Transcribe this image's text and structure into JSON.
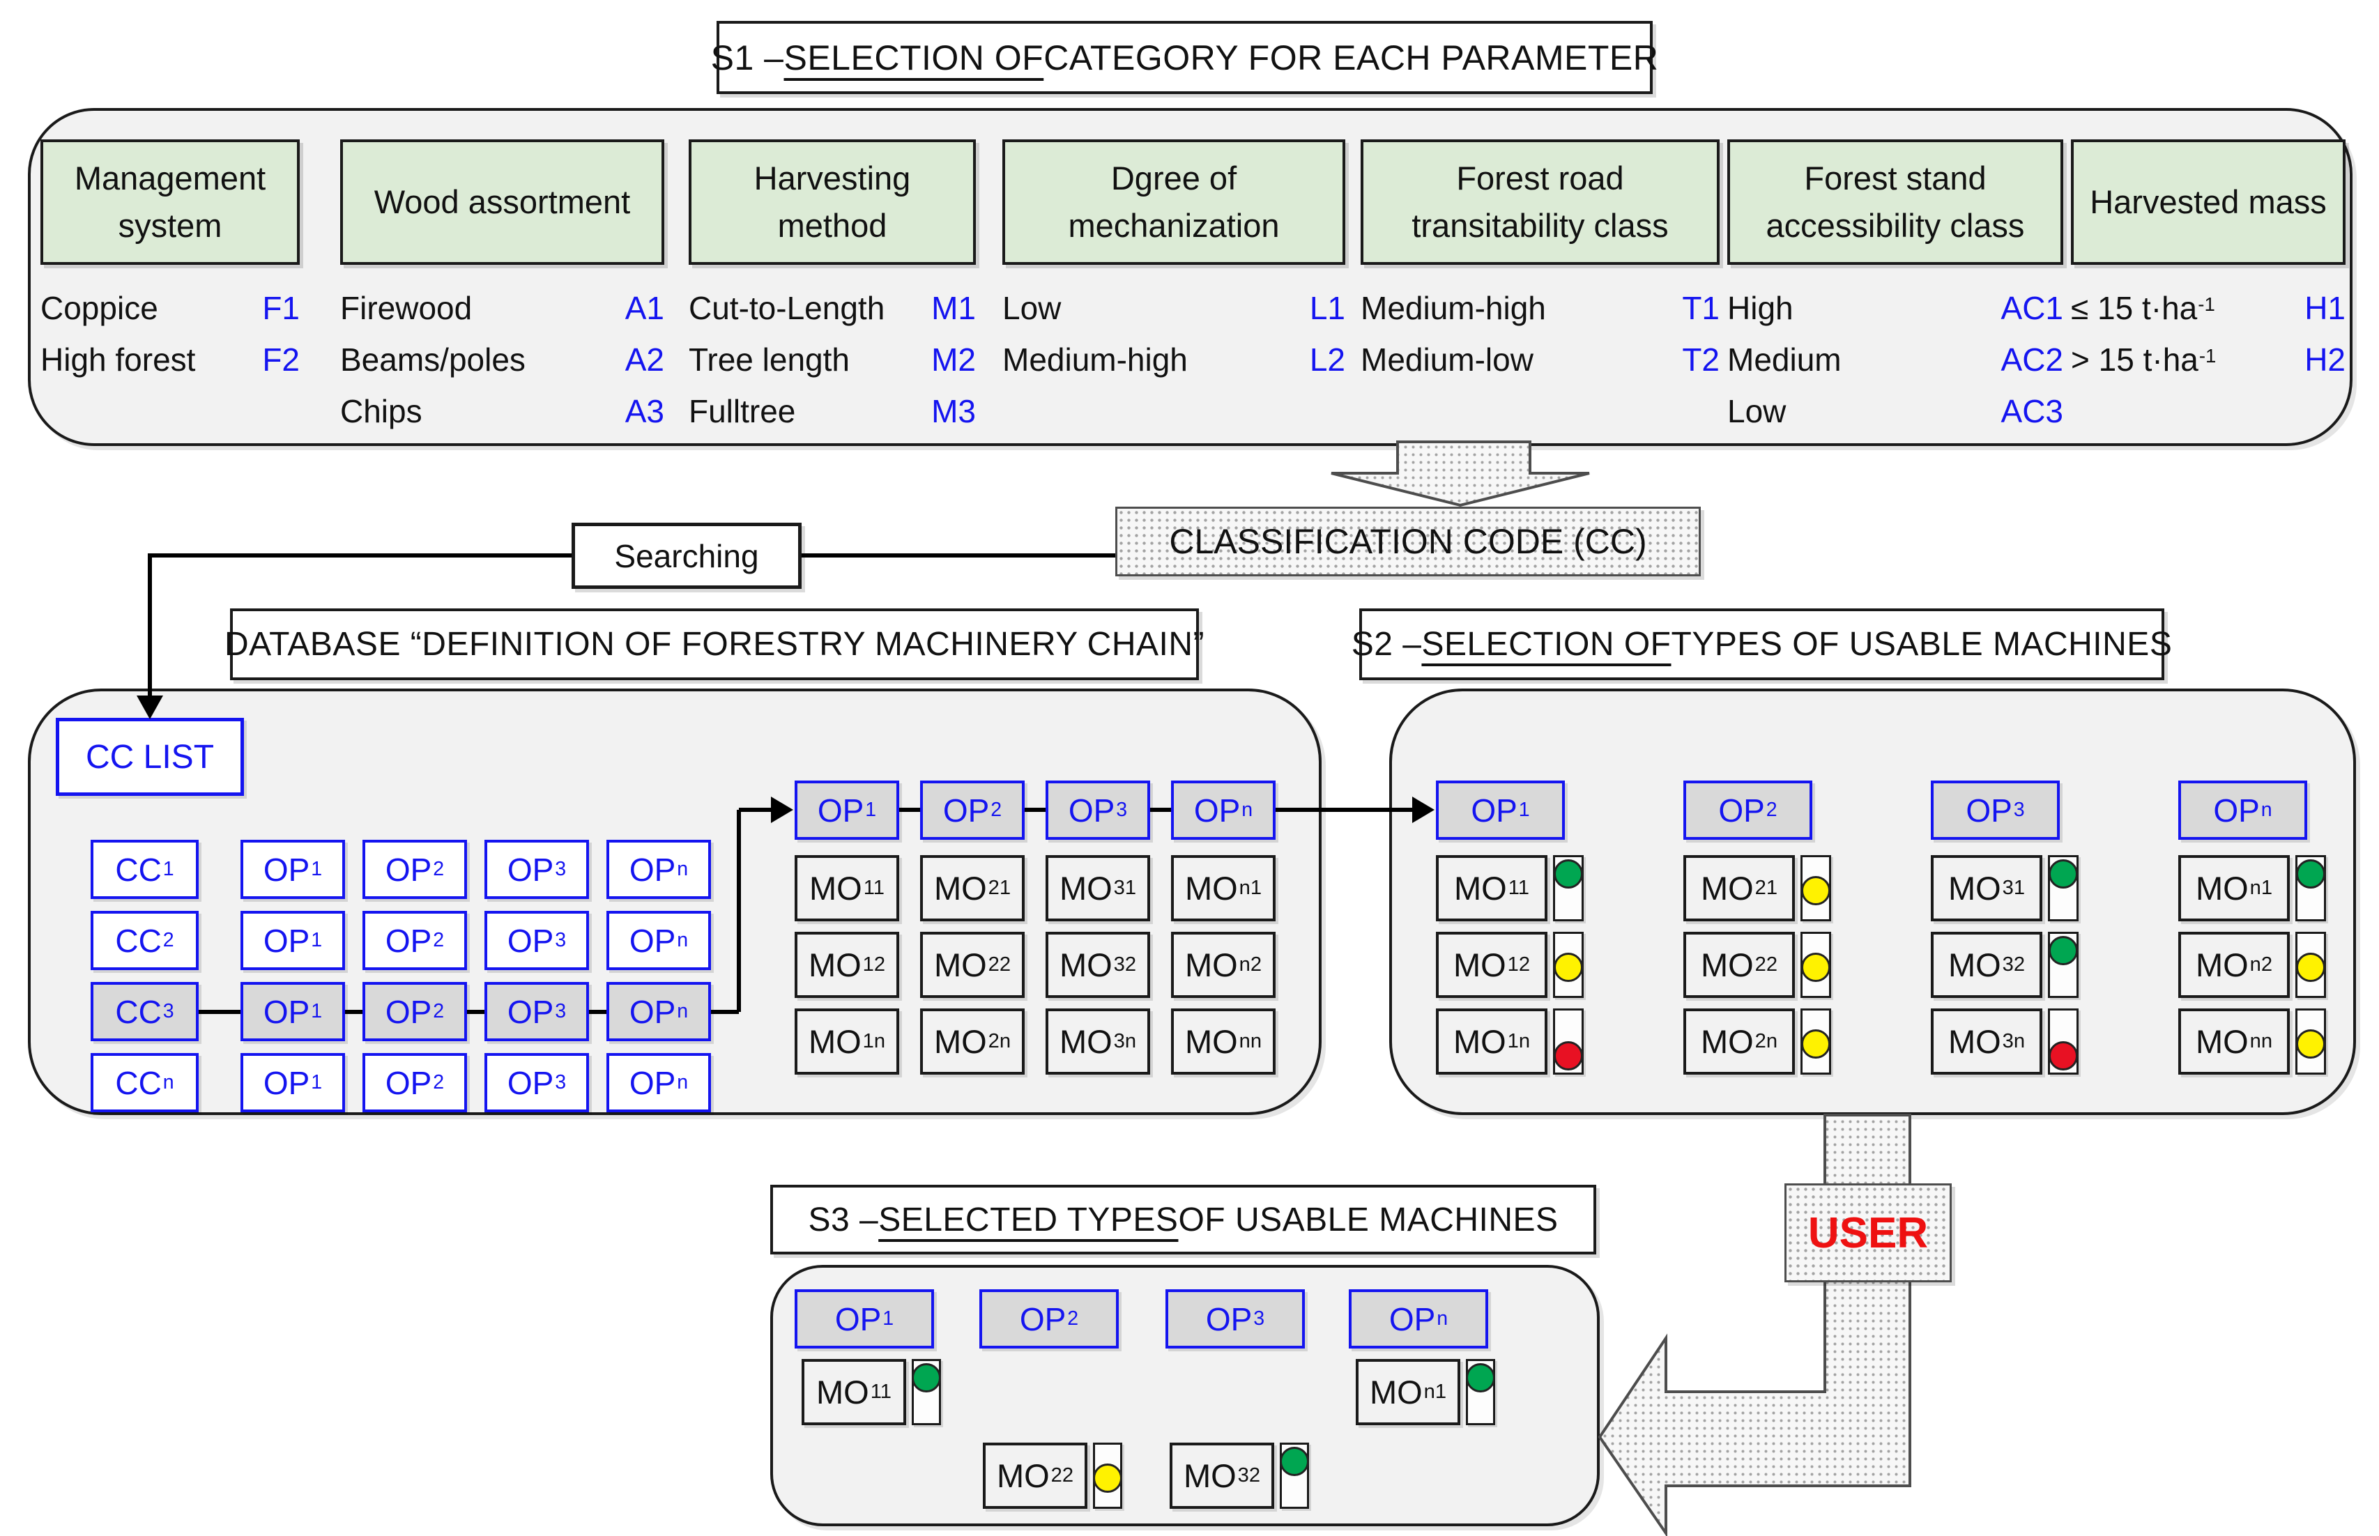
{
  "s1_title": {
    "prefix": "S1 – ",
    "underline": "SELECTION OF",
    "rest": " CATEGORY FOR EACH PARAMETER"
  },
  "parameters": [
    {
      "id": "management-system",
      "header": "Management system",
      "items": [
        {
          "label": "Coppice",
          "sup": "",
          "code": "F1"
        },
        {
          "label": "High forest",
          "sup": "",
          "code": "F2"
        }
      ]
    },
    {
      "id": "wood-assortment",
      "header": "Wood assortment",
      "items": [
        {
          "label": "Firewood",
          "sup": "",
          "code": "A1"
        },
        {
          "label": "Beams/poles",
          "sup": "",
          "code": "A2"
        },
        {
          "label": "Chips",
          "sup": "",
          "code": "A3"
        }
      ]
    },
    {
      "id": "harvesting-method",
      "header": "Harvesting method",
      "items": [
        {
          "label": "Cut-to-Length",
          "sup": "",
          "code": "M1"
        },
        {
          "label": "Tree length",
          "sup": "",
          "code": "M2"
        },
        {
          "label": "Fulltree",
          "sup": "",
          "code": "M3"
        }
      ]
    },
    {
      "id": "degree-of-mechanization",
      "header": "Dgree of mechanization",
      "items": [
        {
          "label": "Low",
          "sup": "",
          "code": "L1"
        },
        {
          "label": "Medium-high",
          "sup": "",
          "code": "L2"
        }
      ]
    },
    {
      "id": "forest-road-transitability-class",
      "header": "Forest road transitability class",
      "items": [
        {
          "label": "Medium-high",
          "sup": "",
          "code": "T1"
        },
        {
          "label": "Medium-low",
          "sup": "",
          "code": "T2"
        }
      ]
    },
    {
      "id": "forest-stand-accessibility-class",
      "header": "Forest stand accessibility class",
      "items": [
        {
          "label": "High",
          "sup": "",
          "code": "AC1"
        },
        {
          "label": "Medium",
          "sup": "",
          "code": "AC2"
        },
        {
          "label": "Low",
          "sup": "",
          "code": "AC3"
        }
      ]
    },
    {
      "id": "harvested-mass",
      "header": "Harvested mass",
      "items": [
        {
          "label": "≤ 15 t·ha",
          "sup": "-1",
          "code": "H1"
        },
        {
          "label": "> 15 t·ha",
          "sup": "-1",
          "code": "H2"
        }
      ]
    }
  ],
  "flow": {
    "classification_code": "CLASSIFICATION CODE (CC)",
    "searching": "Searching",
    "user": "USER"
  },
  "database": {
    "title": "DATABASE “DEFINITION OF FORESTRY MACHINERY CHAIN”",
    "cc_list": "CC LIST",
    "rows": [
      {
        "cc": {
          "base": "CC",
          "sub": "1"
        },
        "selected": false,
        "ops": [
          {
            "base": "OP",
            "sub": "1"
          },
          {
            "base": "OP",
            "sub": "2"
          },
          {
            "base": "OP",
            "sub": "3"
          },
          {
            "base": "OP",
            "sub": "n"
          }
        ]
      },
      {
        "cc": {
          "base": "CC",
          "sub": "2"
        },
        "selected": false,
        "ops": [
          {
            "base": "OP",
            "sub": "1"
          },
          {
            "base": "OP",
            "sub": "2"
          },
          {
            "base": "OP",
            "sub": "3"
          },
          {
            "base": "OP",
            "sub": "n"
          }
        ]
      },
      {
        "cc": {
          "base": "CC",
          "sub": "3"
        },
        "selected": true,
        "ops": [
          {
            "base": "OP",
            "sub": "1"
          },
          {
            "base": "OP",
            "sub": "2"
          },
          {
            "base": "OP",
            "sub": "3"
          },
          {
            "base": "OP",
            "sub": "n"
          }
        ]
      },
      {
        "cc": {
          "base": "CC",
          "sub": "n"
        },
        "selected": false,
        "ops": [
          {
            "base": "OP",
            "sub": "1"
          },
          {
            "base": "OP",
            "sub": "2"
          },
          {
            "base": "OP",
            "sub": "3"
          },
          {
            "base": "OP",
            "sub": "n"
          }
        ]
      }
    ],
    "chain": {
      "headers": [
        {
          "base": "OP",
          "sub": "1"
        },
        {
          "base": "OP",
          "sub": "2"
        },
        {
          "base": "OP",
          "sub": "3"
        },
        {
          "base": "OP",
          "sub": "n"
        }
      ],
      "machines": [
        [
          {
            "base": "MO",
            "sub": "11"
          },
          {
            "base": "MO",
            "sub": "12"
          },
          {
            "base": "MO",
            "sub": "1n"
          }
        ],
        [
          {
            "base": "MO",
            "sub": "21"
          },
          {
            "base": "MO",
            "sub": "22"
          },
          {
            "base": "MO",
            "sub": "2n"
          }
        ],
        [
          {
            "base": "MO",
            "sub": "31"
          },
          {
            "base": "MO",
            "sub": "32"
          },
          {
            "base": "MO",
            "sub": "3n"
          }
        ],
        [
          {
            "base": "MO",
            "sub": "n1"
          },
          {
            "base": "MO",
            "sub": "n2"
          },
          {
            "base": "MO",
            "sub": "nn"
          }
        ]
      ]
    }
  },
  "s2": {
    "title": {
      "prefix": "S2 – ",
      "underline": "SELECTION OF",
      "rest": " TYPES OF USABLE MACHINES"
    },
    "headers": [
      {
        "base": "OP",
        "sub": "1"
      },
      {
        "base": "OP",
        "sub": "2"
      },
      {
        "base": "OP",
        "sub": "3"
      },
      {
        "base": "OP",
        "sub": "n"
      }
    ],
    "columns": [
      [
        {
          "base": "MO",
          "sub": "11",
          "status": "green",
          "pos": "top"
        },
        {
          "base": "MO",
          "sub": "12",
          "status": "yellow",
          "pos": "middle"
        },
        {
          "base": "MO",
          "sub": "1n",
          "status": "red",
          "pos": "bottom"
        }
      ],
      [
        {
          "base": "MO",
          "sub": "21",
          "status": "yellow",
          "pos": "middle"
        },
        {
          "base": "MO",
          "sub": "22",
          "status": "yellow",
          "pos": "middle"
        },
        {
          "base": "MO",
          "sub": "2n",
          "status": "yellow",
          "pos": "middle"
        }
      ],
      [
        {
          "base": "MO",
          "sub": "31",
          "status": "green",
          "pos": "top"
        },
        {
          "base": "MO",
          "sub": "32",
          "status": "green",
          "pos": "top"
        },
        {
          "base": "MO",
          "sub": "3n",
          "status": "red",
          "pos": "bottom"
        }
      ],
      [
        {
          "base": "MO",
          "sub": "n1",
          "status": "green",
          "pos": "top"
        },
        {
          "base": "MO",
          "sub": "n2",
          "status": "yellow",
          "pos": "middle"
        },
        {
          "base": "MO",
          "sub": "nn",
          "status": "yellow",
          "pos": "middle"
        }
      ]
    ]
  },
  "s3": {
    "title": {
      "prefix": "S3 – ",
      "underline": "SELECTED TYPES",
      "rest": " OF USABLE MACHINES"
    },
    "headers": [
      {
        "base": "OP",
        "sub": "1"
      },
      {
        "base": "OP",
        "sub": "2"
      },
      {
        "base": "OP",
        "sub": "3"
      },
      {
        "base": "OP",
        "sub": "n"
      }
    ],
    "machines": [
      {
        "base": "MO",
        "sub": "11",
        "status": "green",
        "pos": "top",
        "col": 0,
        "row": 0
      },
      {
        "base": "MO",
        "sub": "22",
        "status": "yellow",
        "pos": "middle",
        "col": 1,
        "row": 1
      },
      {
        "base": "MO",
        "sub": "32",
        "status": "green",
        "pos": "top",
        "col": 2,
        "row": 1
      },
      {
        "base": "MO",
        "sub": "n1",
        "status": "green",
        "pos": "top",
        "col": 3,
        "row": 0
      }
    ]
  },
  "status_colors": {
    "green": "#00a651",
    "yellow": "#fff200",
    "red": "#e81123"
  }
}
